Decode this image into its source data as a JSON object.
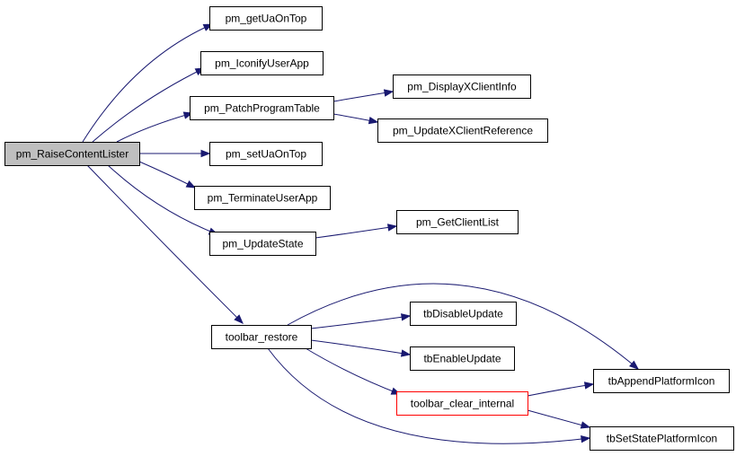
{
  "colors": {
    "edge": "#191970",
    "root_fill": "#bfbfbf",
    "node_fill": "#ffffff",
    "node_border": "#000000",
    "highlight_border": "#ff0000"
  },
  "nodes": {
    "pm_RaiseContentLister": {
      "label": "pm_RaiseContentLister",
      "style": "root"
    },
    "pm_getUaOnTop": {
      "label": "pm_getUaOnTop"
    },
    "pm_IconifyUserApp": {
      "label": "pm_IconifyUserApp"
    },
    "pm_PatchProgramTable": {
      "label": "pm_PatchProgramTable"
    },
    "pm_DisplayXClientInfo": {
      "label": "pm_DisplayXClientInfo"
    },
    "pm_UpdateXClientReference": {
      "label": "pm_UpdateXClientReference"
    },
    "pm_setUaOnTop": {
      "label": "pm_setUaOnTop"
    },
    "pm_TerminateUserApp": {
      "label": "pm_TerminateUserApp"
    },
    "pm_UpdateState": {
      "label": "pm_UpdateState"
    },
    "pm_GetClientList": {
      "label": "pm_GetClientList"
    },
    "toolbar_restore": {
      "label": "toolbar_restore"
    },
    "tbDisableUpdate": {
      "label": "tbDisableUpdate"
    },
    "tbEnableUpdate": {
      "label": "tbEnableUpdate"
    },
    "toolbar_clear_internal": {
      "label": "toolbar_clear_internal",
      "style": "highlight"
    },
    "tbAppendPlatformIcon": {
      "label": "tbAppendPlatformIcon"
    },
    "tbSetStatePlatformIcon": {
      "label": "tbSetStatePlatformIcon"
    }
  },
  "edges": [
    [
      "pm_RaiseContentLister",
      "pm_getUaOnTop"
    ],
    [
      "pm_RaiseContentLister",
      "pm_IconifyUserApp"
    ],
    [
      "pm_RaiseContentLister",
      "pm_PatchProgramTable"
    ],
    [
      "pm_RaiseContentLister",
      "pm_setUaOnTop"
    ],
    [
      "pm_RaiseContentLister",
      "pm_TerminateUserApp"
    ],
    [
      "pm_RaiseContentLister",
      "pm_UpdateState"
    ],
    [
      "pm_RaiseContentLister",
      "toolbar_restore"
    ],
    [
      "pm_PatchProgramTable",
      "pm_DisplayXClientInfo"
    ],
    [
      "pm_PatchProgramTable",
      "pm_UpdateXClientReference"
    ],
    [
      "pm_UpdateState",
      "pm_GetClientList"
    ],
    [
      "toolbar_restore",
      "tbAppendPlatformIcon"
    ],
    [
      "toolbar_restore",
      "tbDisableUpdate"
    ],
    [
      "toolbar_restore",
      "tbEnableUpdate"
    ],
    [
      "toolbar_restore",
      "toolbar_clear_internal"
    ],
    [
      "toolbar_restore",
      "tbSetStatePlatformIcon"
    ],
    [
      "toolbar_clear_internal",
      "tbAppendPlatformIcon"
    ],
    [
      "toolbar_clear_internal",
      "tbSetStatePlatformIcon"
    ]
  ]
}
